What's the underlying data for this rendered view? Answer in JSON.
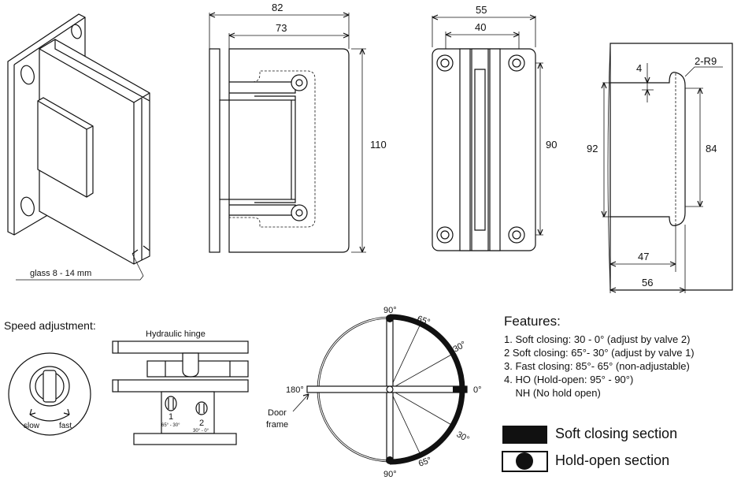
{
  "labels": {
    "glass": "glass 8 - 14 mm",
    "speed_adjustment": "Speed adjustment:",
    "hydraulic_hinge": "Hydraulic hinge",
    "slow": "slow",
    "fast": "fast",
    "valve1": "1",
    "valve2": "2",
    "valve1_range": "65° - 30°",
    "valve2_range": "30° - 0°",
    "door_frame_line1": "Door",
    "door_frame_line2": "frame"
  },
  "dimensions": {
    "side_width": "82",
    "side_inner": "73",
    "side_height": "110",
    "front_width": "55",
    "front_holes": "40",
    "front_holes_v": "90",
    "cut_depth": "4",
    "cut_radius": "2-R9",
    "cut_outer": "92",
    "cut_inner": "84",
    "cut_47": "47",
    "cut_56": "56"
  },
  "angles": {
    "top": "90°",
    "bottom": "90°",
    "right": "0°",
    "left": "180°",
    "upper65": "65°",
    "upper30": "30°",
    "lower30": "30°",
    "lower65": "65°"
  },
  "features": {
    "title": "Features:",
    "items": [
      "1. Soft closing: 30 - 0° (adjust by valve 2)",
      "2  Soft closing: 65°- 30° (adjust by valve 1)",
      "3. Fast closing: 85°- 65° (non-adjustable)",
      "4. HO (Hold-open: 95° - 90°)",
      "    NH (No hold open)"
    ]
  },
  "legend": {
    "soft_closing": "Soft closing section",
    "hold_open": "Hold-open section"
  }
}
